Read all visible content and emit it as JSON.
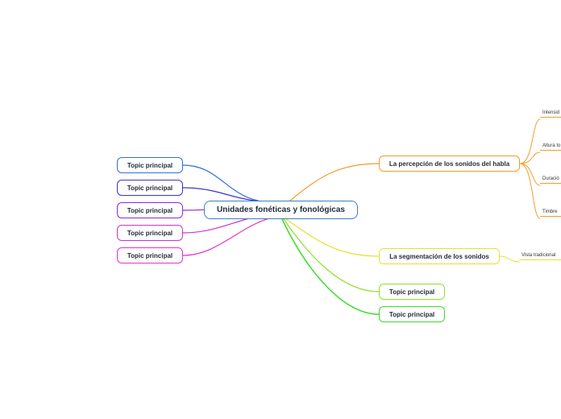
{
  "central": {
    "label": "Unidades fonéticas y fonológicas",
    "color": "#3d7fc1"
  },
  "left_topics": [
    {
      "label": "Topic principal",
      "color": "#2f6fe0"
    },
    {
      "label": "Topic principal",
      "color": "#3a33d6"
    },
    {
      "label": "Topic principal",
      "color": "#8a2be2"
    },
    {
      "label": "Topic principal",
      "color": "#cc33cc"
    },
    {
      "label": "Topic principal",
      "color": "#e633c8"
    }
  ],
  "right_topics": [
    {
      "label": "La percepción de los sonidos del habla",
      "color": "#f39c29"
    },
    {
      "label": "La segmentación de los sonidos",
      "color": "#e8e02c"
    },
    {
      "label": "Topic principal",
      "color": "#8fe02c"
    },
    {
      "label": "Topic principal",
      "color": "#3ddc2c"
    }
  ],
  "perception_subtopics": [
    {
      "label": "Intensid",
      "color": "#f39c29"
    },
    {
      "label": "Altura to",
      "color": "#f39c29"
    },
    {
      "label": "Duració",
      "color": "#f39c29"
    },
    {
      "label": "Timbre",
      "color": "#f39c29"
    }
  ],
  "segmentation_subtopics": [
    {
      "label": "Vista tradicional",
      "color": "#e8e02c"
    }
  ]
}
